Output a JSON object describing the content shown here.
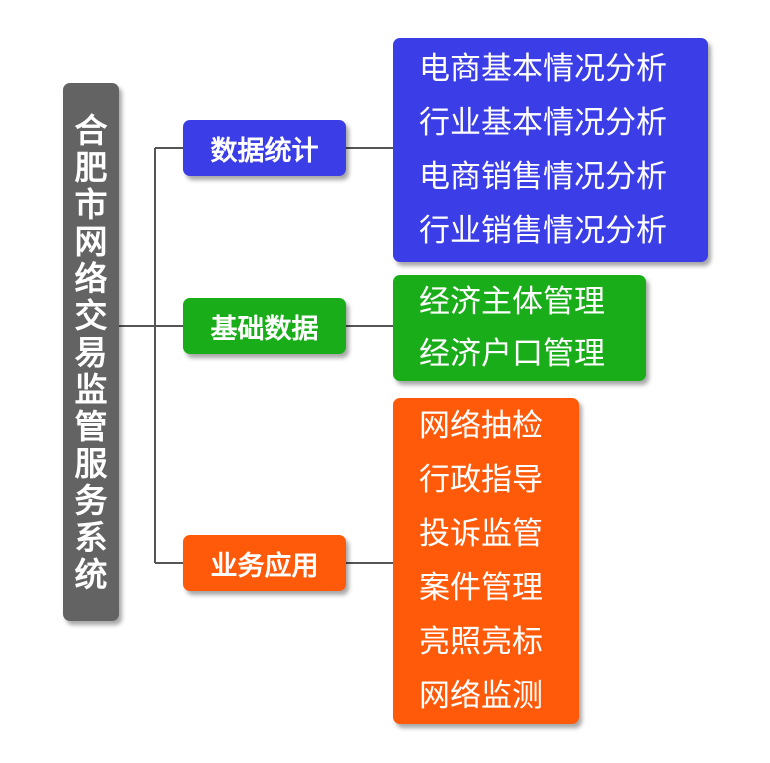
{
  "colors": {
    "root": "#636363",
    "stats": "#3b3ee6",
    "basic": "#1aad1a",
    "apps": "#ff5a0a",
    "connector": "#555555"
  },
  "root_title_chars": [
    "合",
    "肥",
    "市",
    "网",
    "络",
    "交",
    "易",
    "监",
    "管",
    "服",
    "务",
    "系",
    "统"
  ],
  "categories": [
    {
      "label": "数据统计",
      "items": [
        "电商基本情况分析",
        "行业基本情况分析",
        "电商销售情况分析",
        "行业销售情况分析"
      ]
    },
    {
      "label": "基础数据",
      "items": [
        "经济主体管理",
        "经济户口管理"
      ]
    },
    {
      "label": "业务应用",
      "items": [
        "网络抽检",
        "行政指导",
        "投诉监管",
        "案件管理",
        "亮照亮标",
        "网络监测"
      ]
    }
  ]
}
